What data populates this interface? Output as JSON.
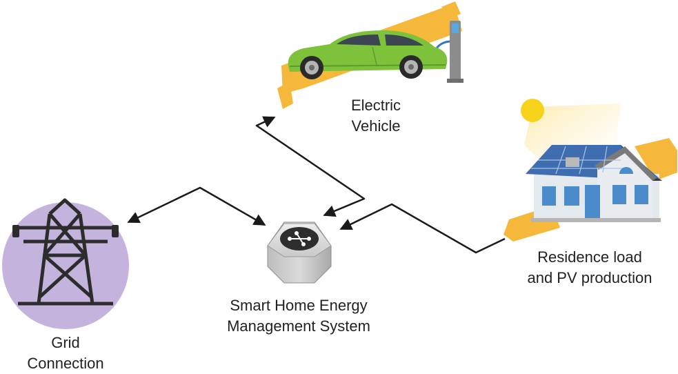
{
  "diagram": {
    "nodes": {
      "electric_vehicle": {
        "label_lines": [
          "Electric",
          "Vehicle"
        ],
        "icon": "electric-car-charging-icon"
      },
      "residence": {
        "label_lines": [
          "Residence load",
          "and PV production"
        ],
        "icon": "house-with-solar-panels-icon"
      },
      "hems": {
        "label_lines": [
          "Smart Home Energy",
          "Management System"
        ],
        "icon": "hexagonal-controller-hub-icon"
      },
      "grid": {
        "label_lines": [
          "Grid",
          "Connection"
        ],
        "icon": "transmission-tower-icon"
      }
    },
    "connections": [
      {
        "from": "hems",
        "to": "electric_vehicle",
        "bidirectional": true
      },
      {
        "from": "hems",
        "to": "grid",
        "bidirectional": true
      },
      {
        "from": "residence",
        "to": "hems",
        "bidirectional": false
      }
    ],
    "colors": {
      "band": "#F5B83A",
      "car_body": "#7DC23A",
      "grid_circle": "#C4B4DD",
      "roof": "#3F6DB0",
      "arrow": "#1A1A1A",
      "sun": "#F7D21B"
    }
  }
}
